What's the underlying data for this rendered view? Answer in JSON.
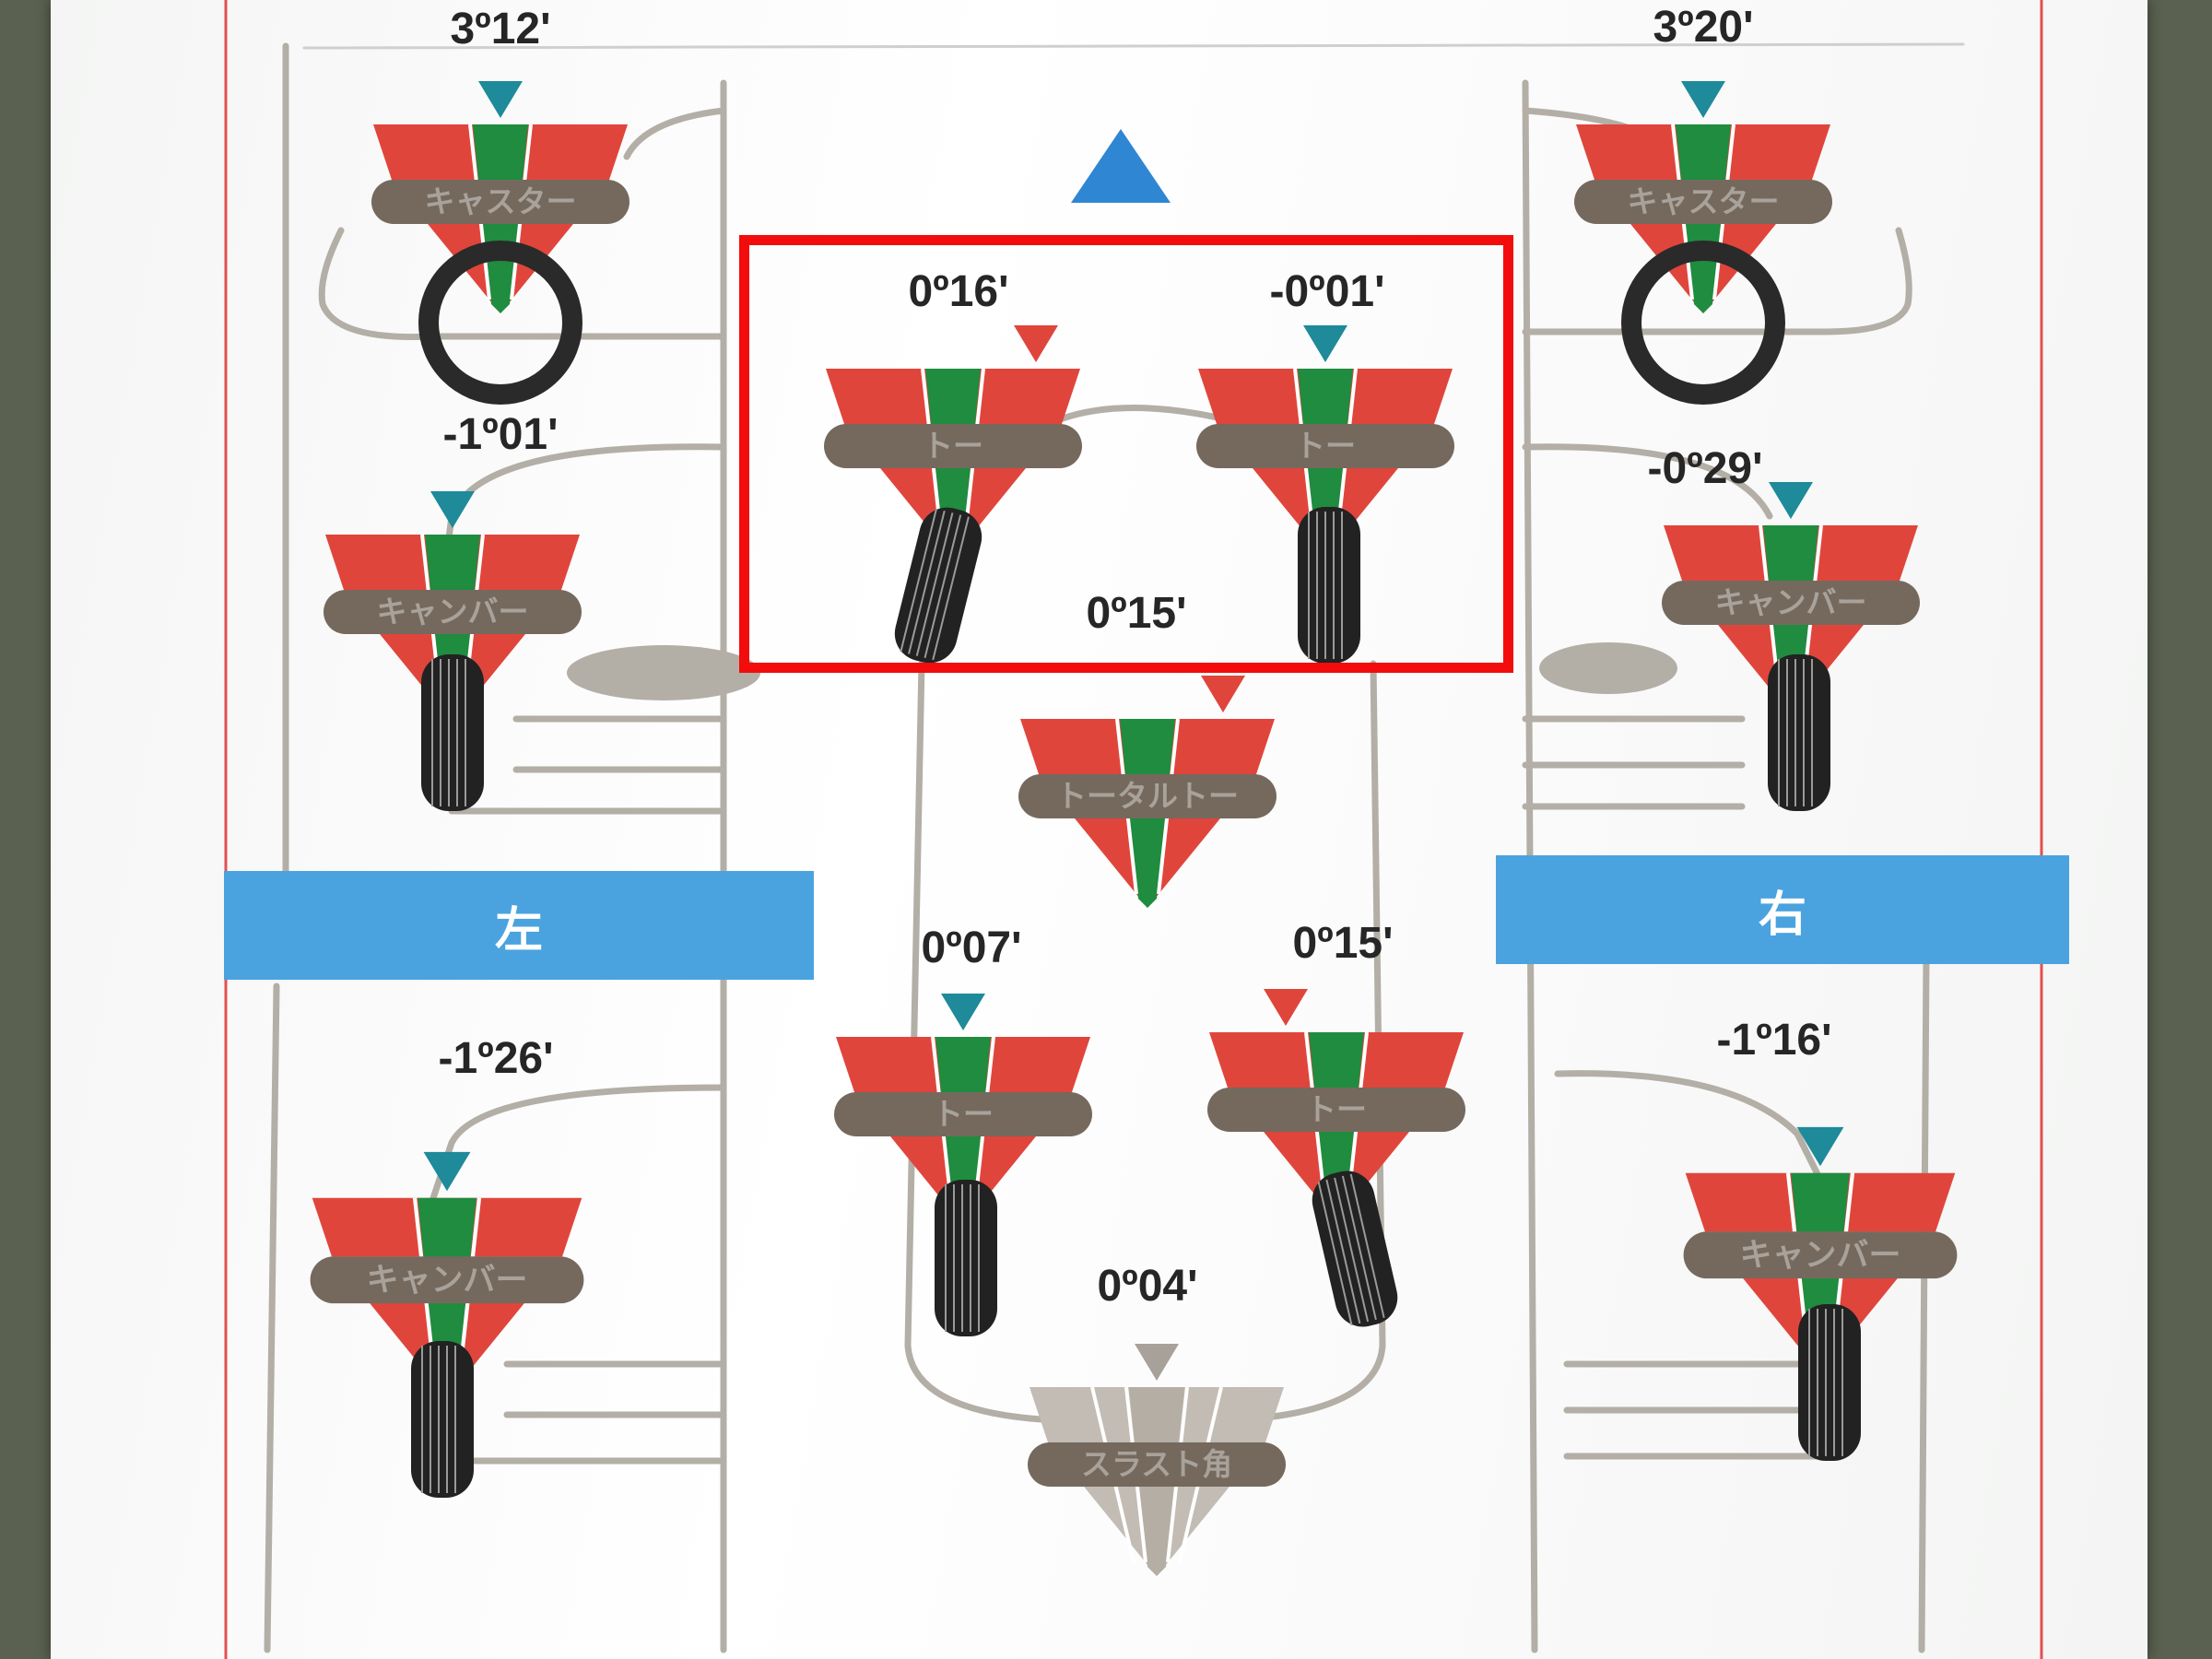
{
  "document": {
    "sides": {
      "left": "左",
      "right": "右"
    },
    "gauges": [
      {
        "id": "caster-left",
        "label": "キャスター",
        "value": "3º12'",
        "theme": "red",
        "pointer": "teal"
      },
      {
        "id": "caster-right",
        "label": "キャスター",
        "value": "3º20'",
        "theme": "red",
        "pointer": "teal"
      },
      {
        "id": "camber-front-left",
        "label": "キャンバー",
        "value": "-1º01'",
        "theme": "red",
        "pointer": "teal"
      },
      {
        "id": "camber-front-right",
        "label": "キャンバー",
        "value": "-0º29'",
        "theme": "red",
        "pointer": "teal"
      },
      {
        "id": "camber-rear-left",
        "label": "キャンバー",
        "value": "-1º26'",
        "theme": "red",
        "pointer": "teal"
      },
      {
        "id": "camber-rear-right",
        "label": "キャンバー",
        "value": "-1º16'",
        "theme": "red",
        "pointer": "teal"
      },
      {
        "id": "toe-front-left",
        "label": "トー",
        "value": "0º16'",
        "theme": "red",
        "pointer": "red"
      },
      {
        "id": "toe-front-right",
        "label": "トー",
        "value": "-0º01'",
        "theme": "red",
        "pointer": "teal"
      },
      {
        "id": "toe-rear-left",
        "label": "トー",
        "value": "0º07'",
        "theme": "red",
        "pointer": "teal"
      },
      {
        "id": "toe-rear-right",
        "label": "トー",
        "value": "0º15'",
        "theme": "red",
        "pointer": "red"
      },
      {
        "id": "total-toe-front",
        "label": "トータルトー",
        "value": "0º15'",
        "theme": "red",
        "pointer": "red"
      },
      {
        "id": "thrust-angle",
        "label": "スラスト角",
        "value": "0º04'",
        "theme": "gray",
        "pointer": "gray"
      }
    ]
  },
  "colors": {
    "red": "#e0453c",
    "green": "#1f8c3f",
    "teal": "#1e8a9a",
    "label_bar": "#75695e",
    "body_line": "#b3aea6",
    "blue_bar": "#4aa3df",
    "highlight": "#f20c0c",
    "forward_arrow": "#2f86d3"
  }
}
